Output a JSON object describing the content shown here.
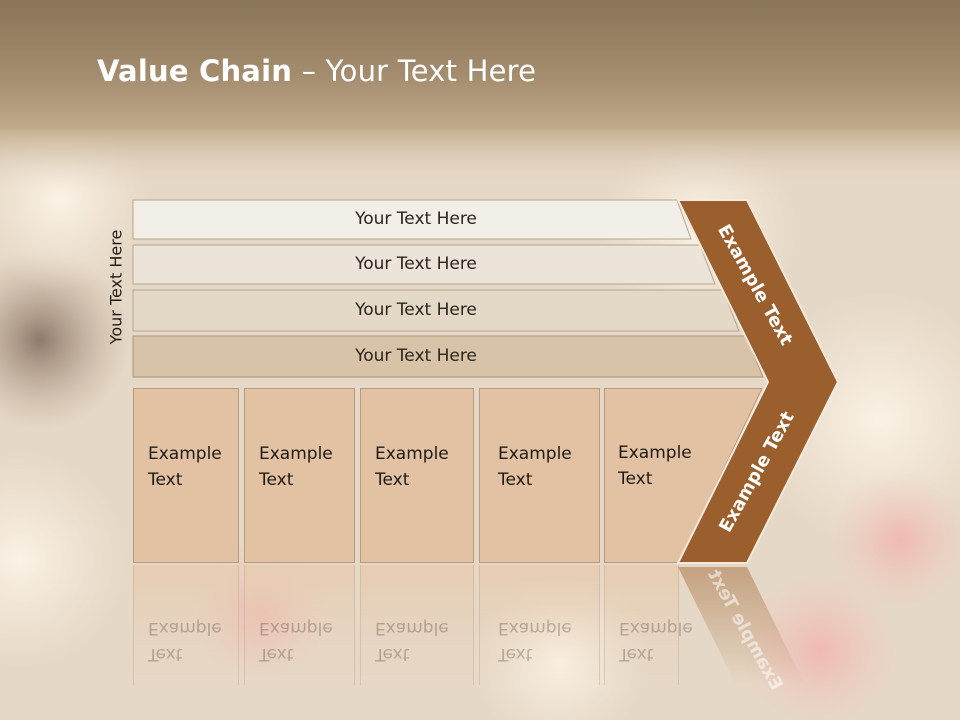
{
  "colors": {
    "title_band": "#9c8463",
    "row1": "#f2efe9",
    "row2": "#ece4d8",
    "row3": "#e4d8c7",
    "row4": "#d8c3a8",
    "boxes": "#e2c2a3",
    "chevron": "#9a5f2c"
  },
  "title": {
    "bold": "Value Chain",
    "rest": " – Your Text Here"
  },
  "side_label": "Your Text Here",
  "rows": [
    {
      "label": "Your Text Here"
    },
    {
      "label": "Your Text Here"
    },
    {
      "label": "Your Text Here"
    },
    {
      "label": "Your Text Here"
    }
  ],
  "boxes": [
    {
      "line1": "Example",
      "line2": "Text"
    },
    {
      "line1": "Example",
      "line2": "Text"
    },
    {
      "line1": "Example",
      "line2": "Text"
    },
    {
      "line1": "Example",
      "line2": "Text"
    },
    {
      "line1": "Example",
      "line2": "Text"
    }
  ],
  "chevron": {
    "upper_label": "Example Text",
    "lower_label": "Example Text"
  }
}
